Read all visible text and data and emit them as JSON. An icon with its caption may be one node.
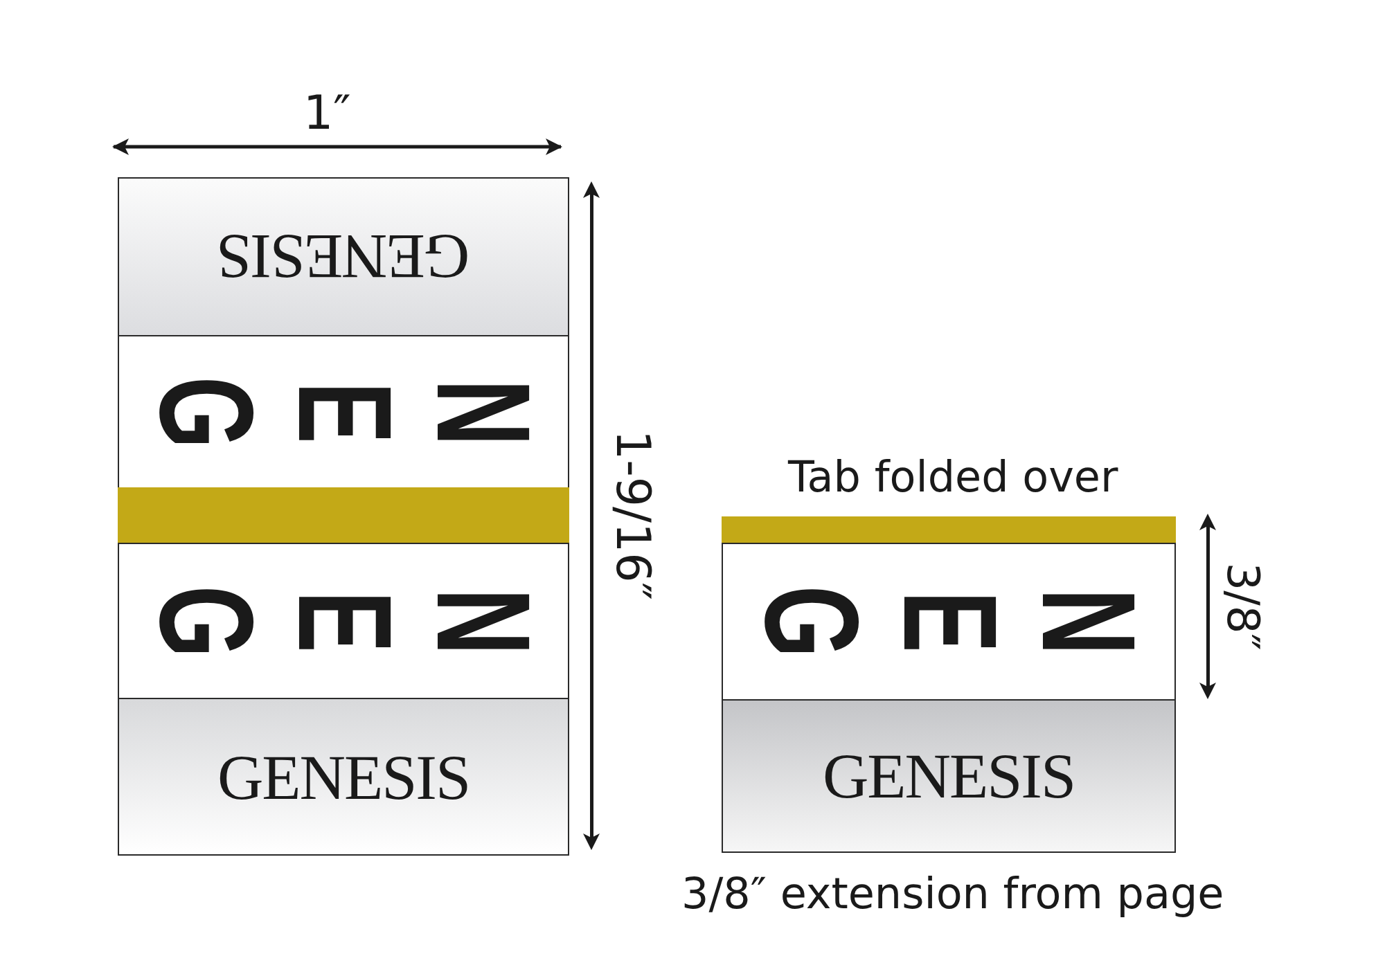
{
  "diagram": {
    "nodes": [
      {
        "text": [
          "GENESIS"
        ]
      },
      {
        "text": [
          "GEN"
        ]
      },
      {
        "text": [],
        "shape": "bar"
      },
      {
        "text": [
          "GEN"
        ]
      },
      {
        "text": [
          "GENESIS"
        ]
      },
      {
        "text": [],
        "shape": "bar"
      },
      {
        "text": [
          "GEN"
        ]
      },
      {
        "text": [
          "GENESIS"
        ]
      }
    ],
    "edges": [],
    "labels": [
      "1″",
      "1-9/16″",
      "Tab folded over",
      "3/8″",
      "3/8″ extension from page"
    ]
  }
}
